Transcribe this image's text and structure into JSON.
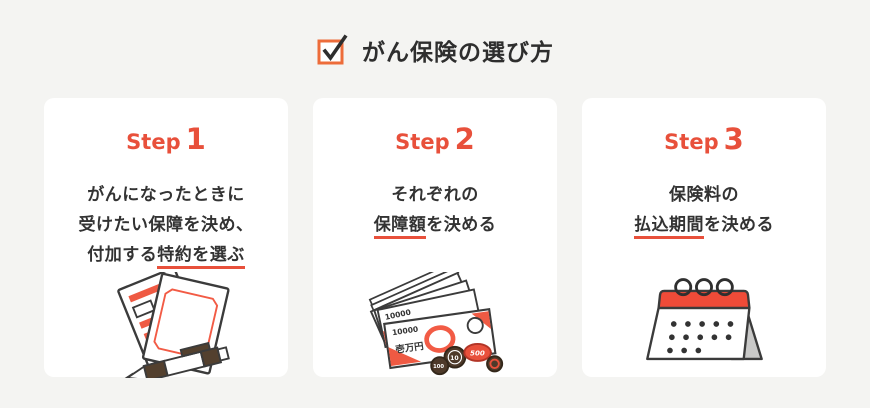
{
  "meta": {
    "background": "#f4f4f2",
    "card_background": "#ffffff",
    "accent_red": "#e8503b",
    "checkbox_orange": "#ed6c3a",
    "text_dark": "#333333"
  },
  "header": {
    "title": "がん保険の選び方",
    "icon": "checked-checkbox-icon"
  },
  "steps": [
    {
      "label_prefix": "Step",
      "number": "1",
      "lines": [
        {
          "pre": "がんになったときに",
          "em": "",
          "post": ""
        },
        {
          "pre": "受けたい保障を決め、",
          "em": "",
          "post": ""
        },
        {
          "pre": "付加する",
          "em": "特約を選ぶ",
          "post": ""
        }
      ],
      "icon": "policy-documents-pen-icon"
    },
    {
      "label_prefix": "Step",
      "number": "2",
      "lines": [
        {
          "pre": "それぞれの",
          "em": "",
          "post": ""
        },
        {
          "pre": "",
          "em": "保障額",
          "post": "を決める"
        },
        {
          "pre": "",
          "em": "",
          "post": ""
        }
      ],
      "icon": "money-bills-coins-icon"
    },
    {
      "label_prefix": "Step",
      "number": "3",
      "lines": [
        {
          "pre": "保険料の",
          "em": "",
          "post": ""
        },
        {
          "pre": "",
          "em": "払込期間",
          "post": "を決める"
        },
        {
          "pre": "",
          "em": "",
          "post": ""
        }
      ],
      "icon": "desk-calendar-icon"
    }
  ],
  "illustration": {
    "bill_value": "10000",
    "bill_kanji": "壱万円",
    "coin_500": "500",
    "coin_100": "100",
    "coin_10": "10"
  }
}
